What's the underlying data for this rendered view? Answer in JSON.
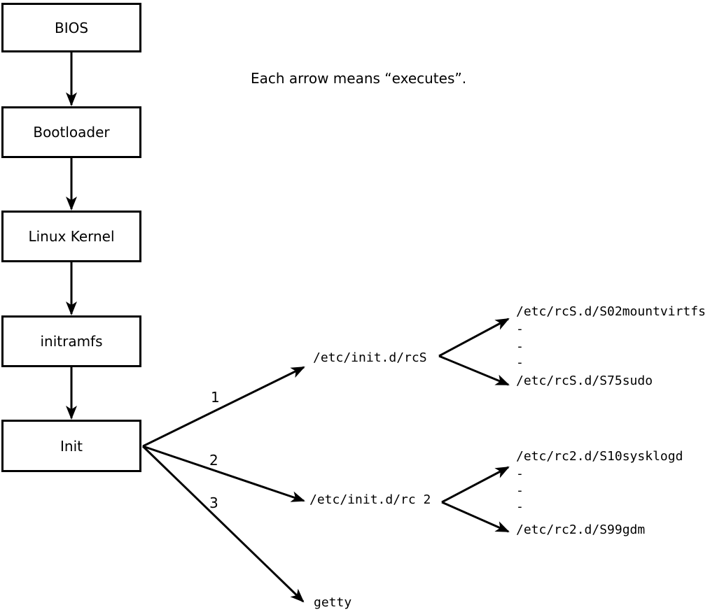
{
  "caption": "Each arrow means “executes”.",
  "chain": [
    {
      "label": "BIOS"
    },
    {
      "label": "Bootloader"
    },
    {
      "label": "Linux Kernel"
    },
    {
      "label": "initramfs"
    },
    {
      "label": "Init"
    }
  ],
  "init_branches": [
    {
      "number": "1",
      "target": "/etc/init.d/rcS"
    },
    {
      "number": "2",
      "target": "/etc/init.d/rc 2"
    },
    {
      "number": "3",
      "target": "getty"
    }
  ],
  "rcs_list": {
    "first": "/etc/rcS.d/S02mountvirtfs",
    "dashes": [
      "-",
      "-",
      "-"
    ],
    "last": "/etc/rcS.d/S75sudo"
  },
  "rc2_list": {
    "first": "/etc/rc2.d/S10sysklogd",
    "dashes": [
      "-",
      "-",
      "-"
    ],
    "last": "/etc/rc2.d/S99gdm"
  },
  "colors": {
    "line": "#000000",
    "background": "#ffffff"
  }
}
